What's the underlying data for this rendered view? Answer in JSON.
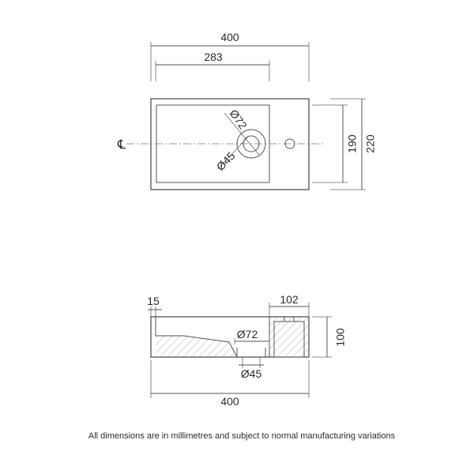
{
  "plan_view": {
    "overall_width": "400",
    "bowl_width": "283",
    "bowl_depth": "190",
    "overall_depth": "220",
    "outer_diameter": "Ø72",
    "inner_diameter": "Ø45",
    "centreline_symbol": "℄"
  },
  "section_view": {
    "wall_thickness": "15",
    "compartment_width": "102",
    "height": "100",
    "outer_diameter": "Ø72",
    "inner_diameter": "Ø45",
    "overall_width": "400"
  },
  "footnote": "All dimensions are in millimetres and subject to normal manufacturing variations"
}
